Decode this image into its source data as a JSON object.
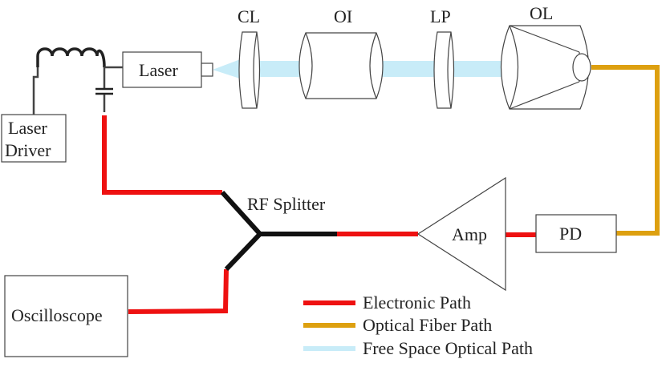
{
  "labels": {
    "laser_driver_line1": "Laser",
    "laser_driver_line2": "Driver",
    "laser": "Laser",
    "cl": "CL",
    "oi": "OI",
    "lp": "LP",
    "ol": "OL",
    "rf_splitter": "RF Splitter",
    "amp": "Amp",
    "pd": "PD",
    "oscilloscope": "Oscilloscope"
  },
  "legend": [
    {
      "label": "Electronic Path",
      "color": "#ee1111"
    },
    {
      "label": "Optical Fiber Path",
      "color": "#dda010"
    },
    {
      "label": "Free Space Optical Path",
      "color": "#c8ecf8"
    }
  ],
  "colors": {
    "electronic": "#ee1111",
    "fiber": "#dda010",
    "free_space": "#c8ecf8",
    "rf_cable": "#111111",
    "wire": "#444444"
  }
}
